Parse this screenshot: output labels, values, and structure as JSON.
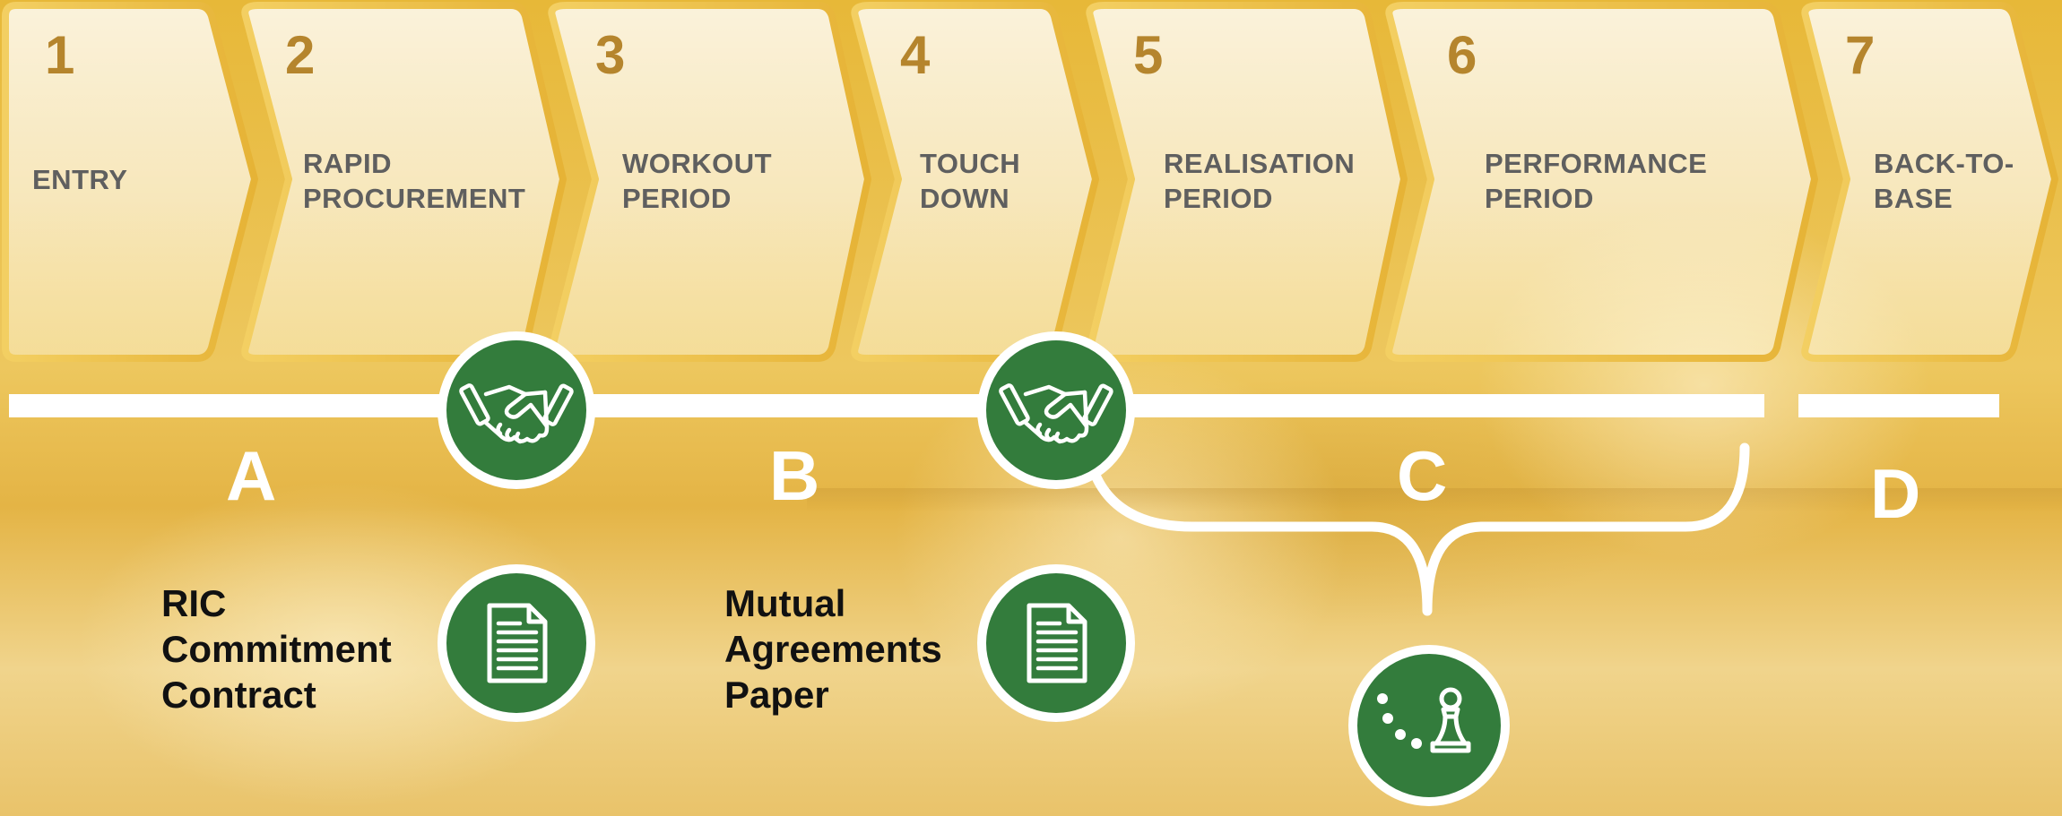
{
  "stages": [
    {
      "number": "1",
      "label": "ENTRY"
    },
    {
      "number": "2",
      "label": "RAPID PROCUREMENT"
    },
    {
      "number": "3",
      "label": "WORKOUT PERIOD"
    },
    {
      "number": "4",
      "label": "TOUCH DOWN"
    },
    {
      "number": "5",
      "label": "REALISATION PERIOD"
    },
    {
      "number": "6",
      "label": "PERFORMANCE PERIOD"
    },
    {
      "number": "7",
      "label": "BACK-TO-BASE"
    }
  ],
  "phases": [
    "A",
    "B",
    "C",
    "D"
  ],
  "documents": [
    {
      "label": "RIC Commitment Contract"
    },
    {
      "label": "Mutual Agreements Paper"
    }
  ],
  "icons": {
    "handshake_1": "handshake-icon",
    "handshake_2": "handshake-icon",
    "document_1": "document-icon",
    "document_2": "document-icon",
    "strategy": "chess-pawn-strategy-icon"
  },
  "colors": {
    "background": "#e9bb3c",
    "stage_number": "#b5852d",
    "stage_label": "#5f5f5f",
    "icon_circle": "#337c3c",
    "line": "#ffffff"
  }
}
